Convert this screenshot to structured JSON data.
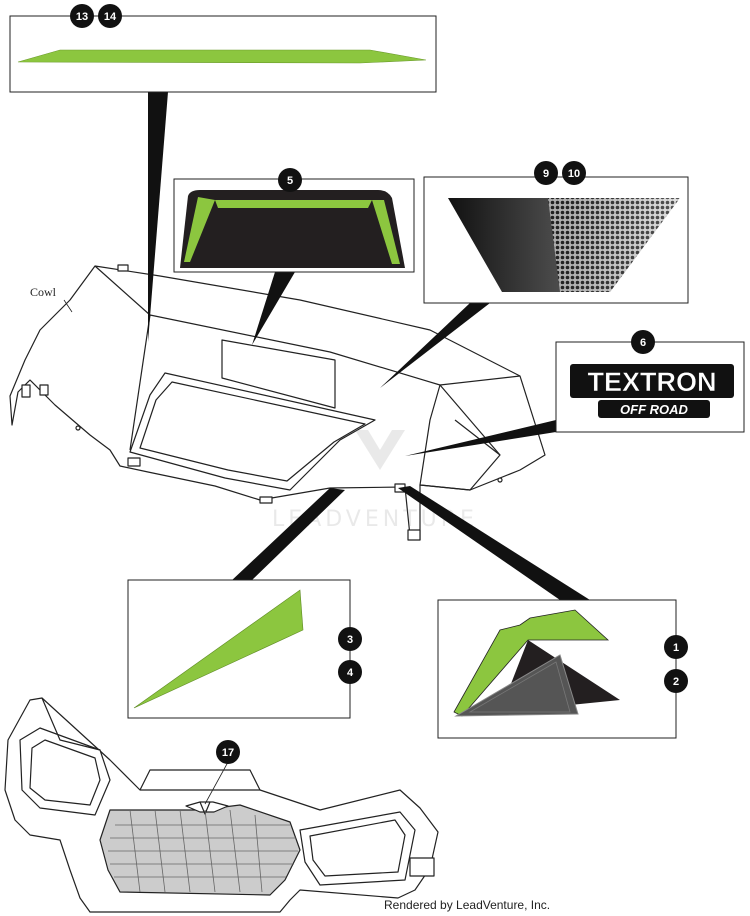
{
  "diagram": {
    "part_label": "Cowl",
    "watermark": "LEADVENTURE",
    "credit": "Rendered by LeadVenture, Inc.",
    "colors": {
      "decal_green": "#8cc63f",
      "decal_dark": "#231f20",
      "outline": "#222222"
    },
    "callouts": {
      "c13": "13",
      "c14": "14",
      "c5": "5",
      "c9": "9",
      "c10": "10",
      "c6": "6",
      "c3": "3",
      "c4": "4",
      "c1": "1",
      "c2": "2",
      "c17": "17"
    },
    "logo": {
      "brand": "TEXTRON",
      "sub": "OFF ROAD"
    }
  }
}
